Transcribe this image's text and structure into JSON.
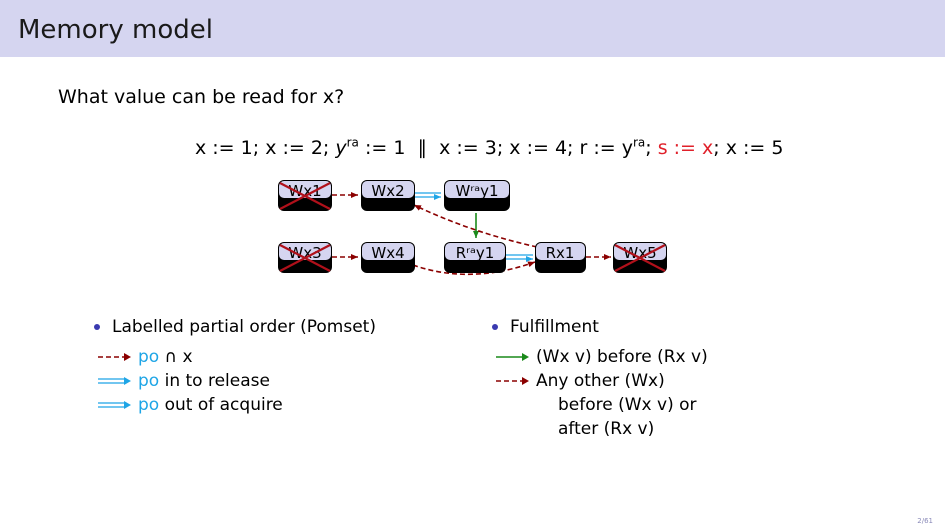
{
  "header": {
    "title": "Memory model"
  },
  "question": {
    "text": "What value can be read for x?"
  },
  "program": {
    "t1": "x := 1",
    "t2": "x := 2",
    "t3": "y",
    "t3_sup": "ra",
    "t3b": " := 1",
    "par": "∥",
    "t4": "x := 3",
    "t5": "x := 4",
    "t6": "r := y",
    "t6_sup": "ra",
    "t7": "s := x",
    "t8": "x := 5",
    "sep": ";"
  },
  "graph": {
    "nodes": [
      {
        "id": "wx1",
        "label": "Wx1",
        "crossed": true
      },
      {
        "id": "wx2",
        "label": "Wx2",
        "crossed": false
      },
      {
        "id": "wray1",
        "label": "Wʳᵃy1",
        "crossed": false
      },
      {
        "id": "wx3",
        "label": "Wx3",
        "crossed": true
      },
      {
        "id": "wx4",
        "label": "Wx4",
        "crossed": false
      },
      {
        "id": "rray1",
        "label": "Rʳᵃy1",
        "crossed": false
      },
      {
        "id": "rx1",
        "label": "Rx1",
        "crossed": false
      },
      {
        "id": "wx5",
        "label": "Wx5",
        "crossed": true
      }
    ],
    "colors": {
      "po_x": "#8b0000",
      "release_acquire": "#1ea5e6",
      "fulfill": "#1a8a1a",
      "cross": "#b0101a",
      "read_value": "#e0202a"
    }
  },
  "left": {
    "bullet": "Labelled partial order (Pomset)",
    "legend": [
      {
        "cyan": "po",
        "rest": " ∩ x",
        "style": "dashed-red"
      },
      {
        "cyan": "po",
        "rest": " in to release",
        "style": "cyan"
      },
      {
        "cyan": "po",
        "rest": " out of acquire",
        "style": "cyan"
      }
    ]
  },
  "right": {
    "bullet": "Fulfillment",
    "legend": [
      {
        "text": "(Wx v) before (Rx v)",
        "style": "green"
      },
      {
        "text": "Any other (Wx)",
        "style": "dashed-red"
      }
    ],
    "cont1": "before (Wx v) or",
    "cont2": "after (Rx v)"
  },
  "page": {
    "number": "2/61"
  }
}
